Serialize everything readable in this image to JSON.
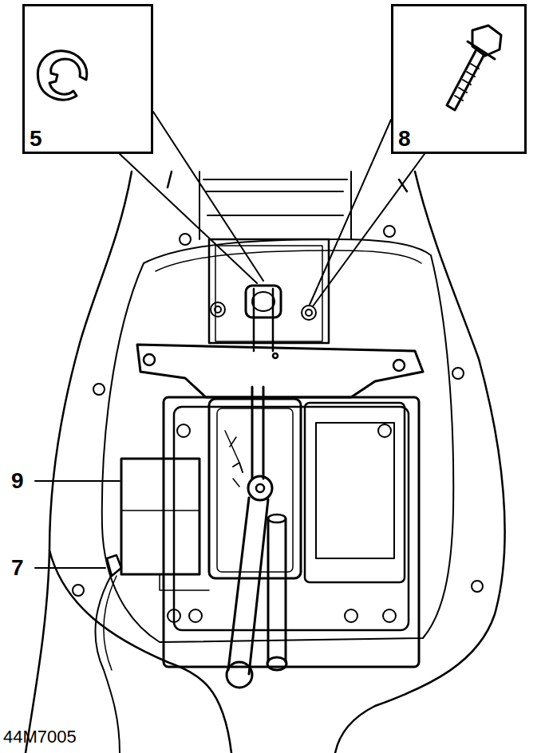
{
  "diagram": {
    "nodes": [
      {
        "text": [
          "5"
        ]
      },
      {
        "text": [
          "8"
        ]
      }
    ],
    "labels": [
      "9",
      "7",
      "44M7005"
    ]
  }
}
